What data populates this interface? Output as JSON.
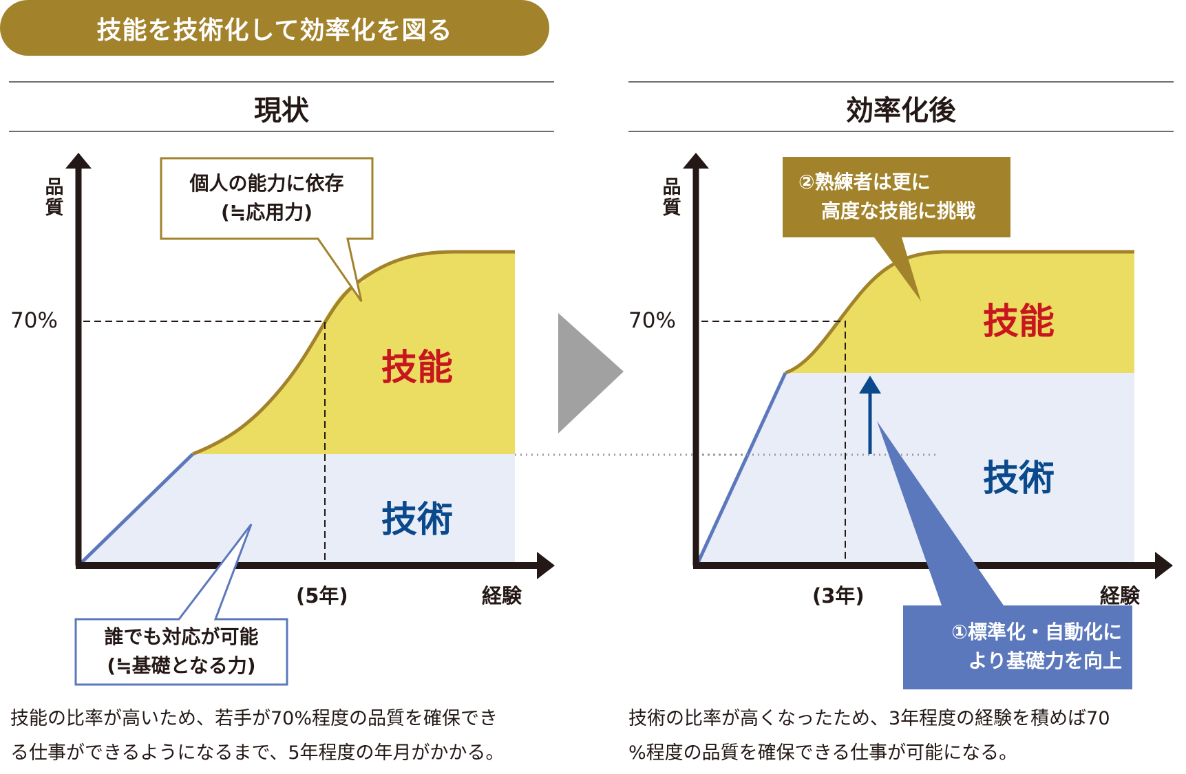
{
  "title": "技能を技術化して効率化を図る",
  "colors": {
    "gold": "#a2822a",
    "yellow_fill": "#ebdc62",
    "tech_fill": "#e8edf8",
    "blue_line": "#5b78bc",
    "skill_text": "#c8161e",
    "tech_text": "#0a4a8c",
    "arrow_gray": "#a0a1a0"
  },
  "left_panel": {
    "heading": "現状",
    "y_axis_label": "品質",
    "x_axis_label": "経験",
    "y_marker": "70%",
    "x_marker": "(5年)",
    "skill_label": "技能",
    "tech_label": "技術",
    "callout_top": {
      "line1": "個人の能力に依存",
      "line2": "(≒応用力)"
    },
    "callout_bottom": {
      "line1": "誰でも対応が可能",
      "line2": "(≒基礎となる力)"
    },
    "caption": {
      "line1": "技能の比率が高いため、若手が70%程度の品質を確保でき",
      "line2": "る仕事ができるようになるまで、5年程度の年月がかかる。"
    }
  },
  "right_panel": {
    "heading": "効率化後",
    "y_axis_label": "品質",
    "x_axis_label": "経験",
    "y_marker": "70%",
    "x_marker": "(3年)",
    "skill_label": "技能",
    "tech_label": "技術",
    "callout_top": {
      "line1": "②熟練者は更に",
      "line2": "高度な技能に挑戦"
    },
    "callout_bottom": {
      "line1": "①標準化・自動化に",
      "line2": "より基礎力を向上"
    },
    "caption": {
      "line1": "技術の比率が高くなったため、3年程度の経験を積めば70",
      "line2": "%程度の品質を確保できる仕事が可能になる。"
    }
  },
  "chart_data": [
    {
      "type": "area",
      "title": "現状",
      "xlabel": "経験",
      "ylabel": "品質",
      "annotations": [
        "70%",
        "(5年)"
      ],
      "series": [
        {
          "name": "技術",
          "description": "linear ramp then flat at ~38% of max quality"
        },
        {
          "name": "技能",
          "description": "S-curve from ~38% rising to plateau ~100%; reaches 70% at 5 years"
        }
      ],
      "years_to_70pct": 5
    },
    {
      "type": "area",
      "title": "効率化後",
      "xlabel": "経験",
      "ylabel": "品質",
      "annotations": [
        "70%",
        "(3年)"
      ],
      "series": [
        {
          "name": "技術",
          "description": "steep ramp then flat at ~62% of max quality"
        },
        {
          "name": "技能",
          "description": "curve from ~62% to plateau ~100%; reaches 70% at 3 years"
        }
      ],
      "years_to_70pct": 3
    }
  ]
}
